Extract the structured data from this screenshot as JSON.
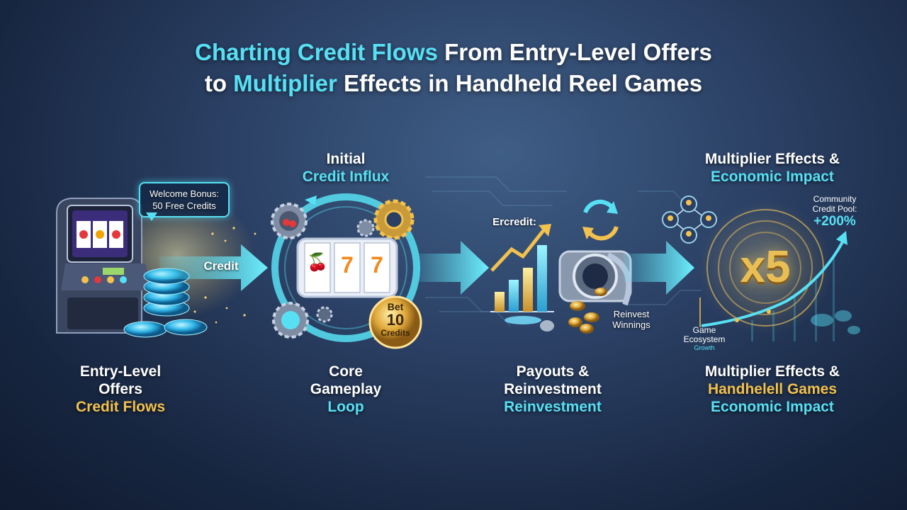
{
  "title": {
    "line1_highlight": "Charting Credit Flows",
    "line1_rest": " From Entry-Level Offers",
    "line2_start": "to ",
    "line2_highlight": "Multiplier",
    "line2_rest": " Effects in Handheld Reel Games"
  },
  "stage1": {
    "bubble_line1": "Welcome Bonus:",
    "bubble_line2": "50 Free Credits",
    "arrow_label": "Credit",
    "label_line1": "Entry-Level",
    "label_line2": "Offers",
    "label_line3": "Credit Flows"
  },
  "stage2": {
    "top_line1": "Initial",
    "top_line2": "Credit Influx",
    "reel_symbols": [
      "🍒",
      "7",
      "7"
    ],
    "bet_line1": "Bet",
    "bet_line2": "10",
    "bet_line3": "Credits",
    "label_line1": "Core",
    "label_line2": "Gameplay",
    "label_line3": "Loop"
  },
  "stage3": {
    "chart_label": "Ercredit:",
    "reinvest_line1": "Reinvest",
    "reinvest_line2": "Winnings",
    "label_line1": "Payouts &",
    "label_line2": "Reinvestment",
    "label_line3": "Reinvestment"
  },
  "stage4": {
    "top_line1": "Multiplier Effects &",
    "top_line2": "Economic Impact",
    "pool_line1": "Community",
    "pool_line2": "Credit Pool:",
    "pool_value": "+200%",
    "multiplier": "x5",
    "eco_line1": "Game",
    "eco_line2": "Ecosystem",
    "eco_line3": "Growth",
    "label_line1": "Multiplier Effects &",
    "label_line2": "Handhelell Games",
    "label_line3": "Economic Impact"
  },
  "colors": {
    "cyan": "#57e0f3",
    "gold": "#f2c14e",
    "bg": "#1d2e4d"
  }
}
